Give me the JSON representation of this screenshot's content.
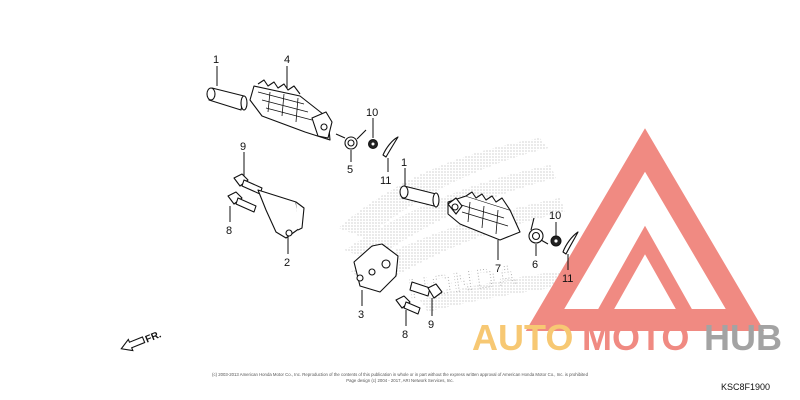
{
  "callouts": [
    {
      "id": "c1a",
      "label": "1"
    },
    {
      "id": "c4",
      "label": "4"
    },
    {
      "id": "c10a",
      "label": "10"
    },
    {
      "id": "c5",
      "label": "5"
    },
    {
      "id": "c11a",
      "label": "11"
    },
    {
      "id": "c9a",
      "label": "9"
    },
    {
      "id": "c8a",
      "label": "8"
    },
    {
      "id": "c2",
      "label": "2"
    },
    {
      "id": "c1b",
      "label": "1"
    },
    {
      "id": "c7",
      "label": "7"
    },
    {
      "id": "c10b",
      "label": "10"
    },
    {
      "id": "c6",
      "label": "6"
    },
    {
      "id": "c11b",
      "label": "11"
    },
    {
      "id": "c3",
      "label": "3"
    },
    {
      "id": "c8b",
      "label": "8"
    },
    {
      "id": "c9b",
      "label": "9"
    }
  ],
  "front_indicator": "FR.",
  "diagram_code": "KSC8F1900",
  "copyright_line1": "(c) 2003-2013 American Honda Motor Co., Inc. Reproduction of the contents of this publication in whole or in part without the express written approval of American Honda Motor Co., Inc. is prohibited",
  "copyright_line2": "Page design (c) 2004 - 2017, ARI Network Services, Inc.",
  "watermark": {
    "part1": "AUTO",
    "part2": "MOTO",
    "part3": "HUB"
  },
  "background_brand": "HONDA",
  "colors": {
    "watermark_orange": "#f7c873",
    "watermark_red": "#f08a82",
    "watermark_gray": "#a3a3a3",
    "line": "#111111"
  }
}
